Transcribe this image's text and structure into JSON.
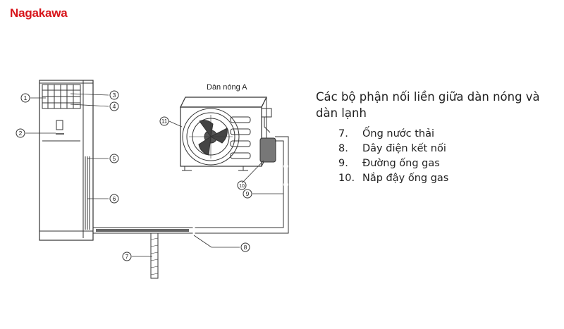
{
  "brand": {
    "name": "Nagakawa",
    "color": "#d7141a"
  },
  "diagram": {
    "outdoor_unit_label": "Dàn nóng A",
    "callouts": [
      "1",
      "2",
      "3",
      "4",
      "5",
      "6",
      "7",
      "8",
      "9",
      "10",
      "11"
    ]
  },
  "legend": {
    "title": "Các bộ phận nối liền giữa dàn nóng và dàn lạnh",
    "items": [
      {
        "num": "7.",
        "text": "Ống nước thải"
      },
      {
        "num": "8.",
        "text": "Dây điện kết nối"
      },
      {
        "num": "9.",
        "text": "Đường ống gas"
      },
      {
        "num": "10.",
        "text": "Nắp đậy ống gas"
      }
    ]
  },
  "colors": {
    "line": "#333333",
    "text": "#222222"
  }
}
